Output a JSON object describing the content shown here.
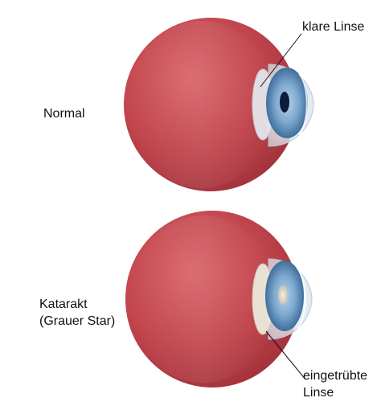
{
  "labels": {
    "normal": "Normal",
    "cataract_line1": "Katarakt",
    "cataract_line2": "(Grauer Star)",
    "clear_lens": "klare Linse",
    "clouded_lens_line1": "eingetrübte",
    "clouded_lens_line2": "Linse"
  },
  "colors": {
    "eyeball_light": "#d9646a",
    "eyeball_mid": "#c2454d",
    "eyeball_dark": "#9e2f38",
    "iris_outer": "#3f6f9c",
    "iris_inner": "#8fb6d8",
    "pupil_clear": "#0e1a3a",
    "pupil_cloudy": "#d9d6c8",
    "lens_clear": "#e6eef4",
    "leader_line": "#111111"
  }
}
